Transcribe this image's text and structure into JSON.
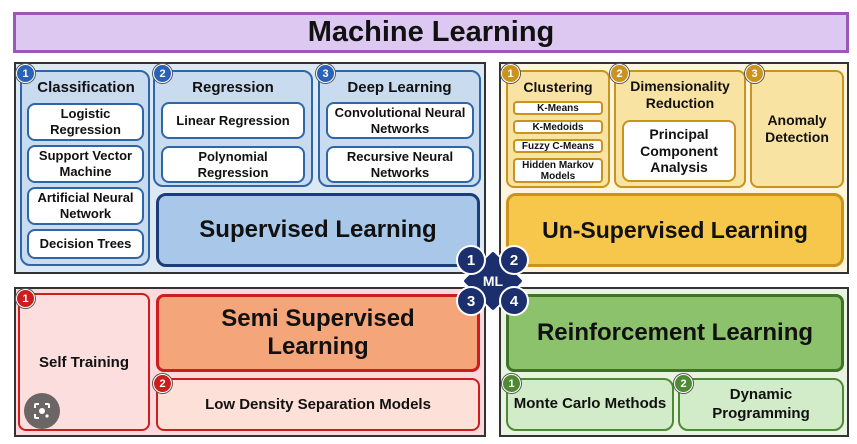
{
  "title": "Machine Learning",
  "center": {
    "label": "ML",
    "numbers": [
      "1",
      "2",
      "3",
      "4"
    ]
  },
  "supervised": {
    "label": "Supervised Learning",
    "categories": [
      {
        "num": "1",
        "title": "Classification",
        "items": [
          "Logistic Regression",
          "Support Vector Machine",
          "Artificial Neural Network",
          "Decision Trees"
        ]
      },
      {
        "num": "2",
        "title": "Regression",
        "items": [
          "Linear Regression",
          "Polynomial Regression"
        ]
      },
      {
        "num": "3",
        "title": "Deep Learning",
        "items": [
          "Convolutional Neural Networks",
          "Recursive Neural Networks"
        ]
      }
    ]
  },
  "unsupervised": {
    "label": "Un-Supervised Learning",
    "categories": [
      {
        "num": "1",
        "title": "Clustering",
        "items": [
          "K-Means",
          "K-Medoids",
          "Fuzzy C-Means",
          "Hidden Markov Models"
        ]
      },
      {
        "num": "2",
        "title": "Dimensionality Reduction",
        "items": [
          "Principal Component Analysis"
        ]
      },
      {
        "num": "3",
        "title": "Anomaly Detection",
        "items": []
      }
    ]
  },
  "semi": {
    "label": "Semi Supervised Learning",
    "categories": [
      {
        "num": "1",
        "title": "Self Training"
      },
      {
        "num": "2",
        "title": "Low Density Separation Models"
      }
    ]
  },
  "reinforcement": {
    "label": "Reinforcement Learning",
    "categories": [
      {
        "num": "1",
        "title": "Monte Carlo Methods"
      },
      {
        "num": "2",
        "title": "Dynamic Programming"
      }
    ]
  },
  "colors": {
    "supervised": "#2f66a8",
    "unsupervised": "#c9931d",
    "semi": "#cc1e1e",
    "reinforcement": "#4d8a33",
    "title": "#9b59b6"
  },
  "icons": {
    "lens": "google-lens-icon"
  }
}
